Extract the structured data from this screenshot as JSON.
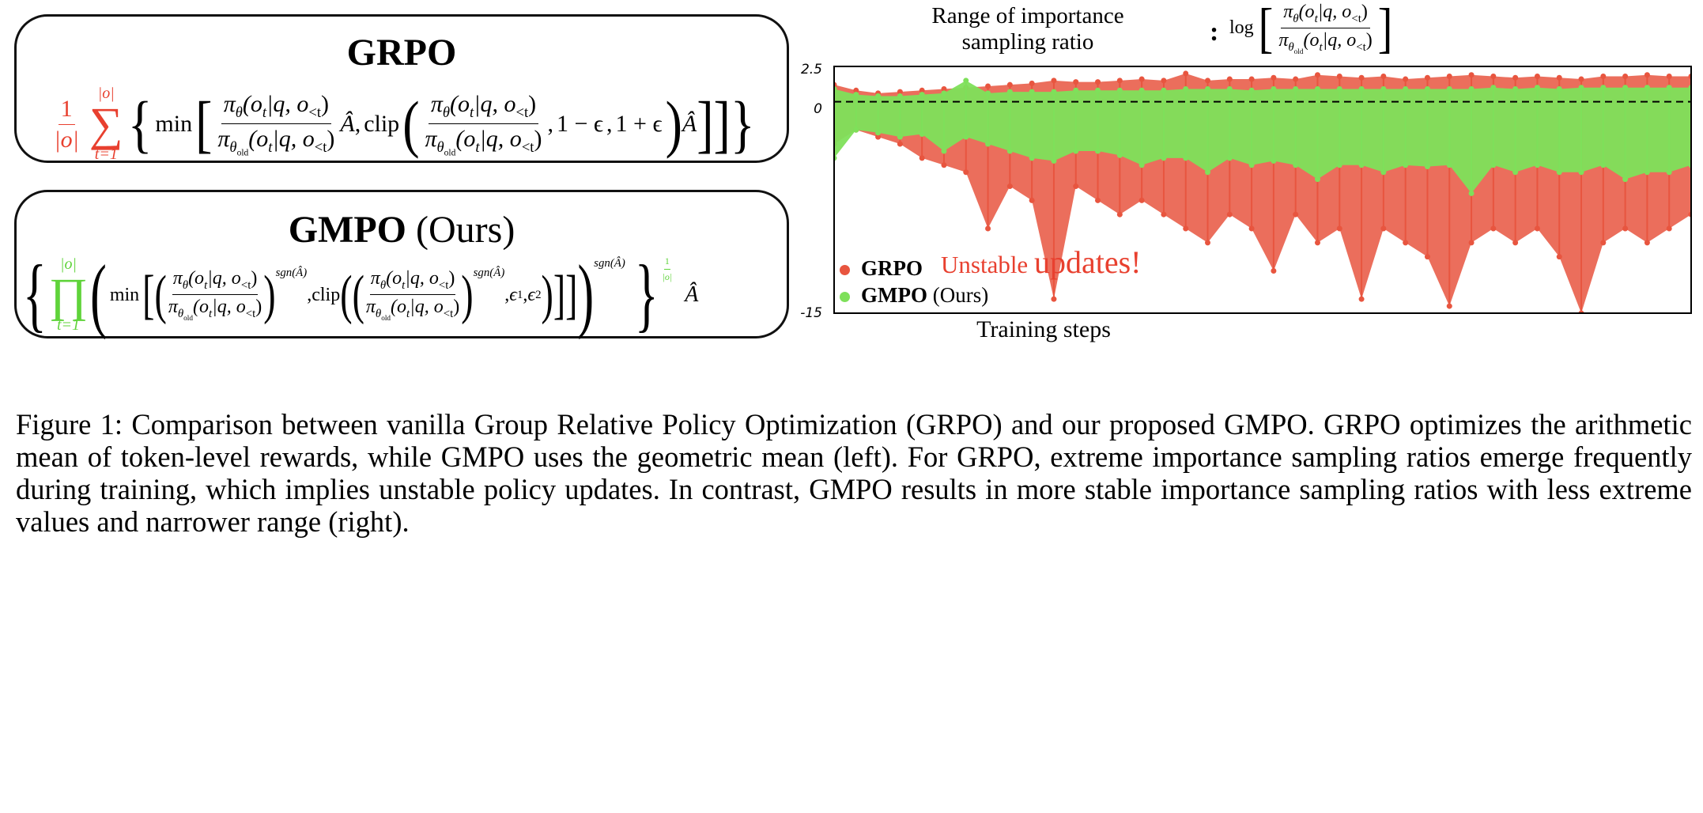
{
  "grpo": {
    "title": "GRPO",
    "norm_num": "1",
    "norm_den": "|o|",
    "sum_top": "|o|",
    "sum_sym": "∑",
    "sum_bottom": "t=1",
    "lbrace": "{",
    "rbrace": "}",
    "min": "min",
    "lbrack": "[",
    "rbrack": "]",
    "ahat": "Â",
    "comma": ",",
    "clip": "clip",
    "lparen": "(",
    "rparen": ")",
    "eps_low": "1 − ϵ",
    "eps_high": "1 + ϵ"
  },
  "gmpo": {
    "title_bold": "GMPO",
    "title_rest": "(Ours)",
    "prod_top": "|o|",
    "prod_sym": "∏",
    "prod_bottom": "t=1",
    "lbrace": "{",
    "rbrace": "}",
    "min": "min",
    "clip": "clip",
    "sgn": "sgn(Â)",
    "eps1": "ϵ",
    "eps1_sub": "1",
    "eps2": "ϵ",
    "eps2_sub": "2",
    "exp_num": "1",
    "exp_den": "|o|",
    "ahat": "Â",
    "comma": ","
  },
  "ratio": {
    "num": "π",
    "num_sub": "θ",
    "num_args": "(o",
    "t": "t",
    "cond": "|q, o",
    "lt": "<t",
    "close": ")",
    "den": "π",
    "den_sub": "θ",
    "den_subsub": "old"
  },
  "chart": {
    "title_line1": "Range of importance",
    "title_line2": "sampling ratio",
    "colon": ":",
    "log": "log",
    "xlabel": "Training steps",
    "annotation_small": "Unstable",
    "annotation_large": "updates!",
    "ticks": [
      "2.5",
      "0",
      "-15"
    ]
  },
  "chart_data": {
    "type": "line",
    "title": "Range of importance sampling ratio: log[πθ(ot|q,o<t) / πθold(ot|q,o<t)]",
    "xlabel": "Training steps",
    "ylabel": "",
    "ylim": [
      -15,
      2.5
    ],
    "yticks": [
      2.5,
      0,
      -15
    ],
    "reference_line": 0,
    "legend_position": "bottom-left",
    "series": [
      {
        "name": "GRPO",
        "color": "#e8553f",
        "max": [
          1.2,
          0.8,
          0.6,
          0.7,
          0.8,
          0.9,
          1.0,
          1.1,
          1.2,
          1.3,
          1.5,
          1.4,
          1.4,
          1.5,
          1.6,
          1.5,
          2.0,
          1.5,
          1.6,
          1.6,
          1.7,
          1.6,
          1.9,
          1.8,
          1.7,
          1.8,
          1.6,
          1.7,
          1.8,
          1.9,
          1.8,
          1.7,
          1.8,
          1.7,
          1.6,
          1.8,
          1.8,
          1.9,
          1.8,
          1.8
        ],
        "min": [
          -3,
          -2,
          -2.5,
          -3,
          -4,
          -4.5,
          -5,
          -9,
          -6,
          -7,
          -14,
          -6,
          -7,
          -8,
          -7,
          -8,
          -9,
          -10,
          -8,
          -9,
          -12,
          -8,
          -10,
          -9,
          -14,
          -9,
          -10,
          -11,
          -14.5,
          -10,
          -9,
          -10,
          -9,
          -11,
          -15,
          -10,
          -9,
          -10,
          -9,
          -8
        ]
      },
      {
        "name": "GMPO (Ours)",
        "color": "#7ee05a",
        "max": [
          0.9,
          0.5,
          0.4,
          0.4,
          0.5,
          0.6,
          1.5,
          0.6,
          0.7,
          0.7,
          0.7,
          0.8,
          0.8,
          0.8,
          0.8,
          0.8,
          0.9,
          0.9,
          0.9,
          0.8,
          0.9,
          0.9,
          0.9,
          0.9,
          0.9,
          0.9,
          0.9,
          0.9,
          0.9,
          0.9,
          1.0,
          0.9,
          1.0,
          0.9,
          1.0,
          1.0,
          1.0,
          1.0,
          1.0,
          1.0
        ],
        "min": [
          -4,
          -2,
          -2.2,
          -2.5,
          -2.3,
          -3.5,
          -2.5,
          -3,
          -3.5,
          -4,
          -4.2,
          -3.5,
          -3.5,
          -3.8,
          -4.5,
          -4,
          -4,
          -5,
          -4,
          -4.5,
          -4.2,
          -4.5,
          -5.5,
          -4.5,
          -4.5,
          -5,
          -4.5,
          -4.6,
          -4.5,
          -6.5,
          -4.5,
          -5,
          -4.5,
          -5,
          -5,
          -4.5,
          -5.5,
          -5,
          -5,
          -4.5
        ]
      }
    ]
  },
  "legend": [
    {
      "bold": "GRPO",
      "rest": ""
    },
    {
      "bold": "GMPO",
      "rest": " (Ours)"
    }
  ],
  "caption": "Figure 1: Comparison between vanilla Group Relative Policy Optimization (GRPO) and our proposed GMPO. GRPO optimizes the arithmetic mean of token-level rewards, while GMPO uses the geometric mean (left). For GRPO, extreme importance sampling ratios emerge frequently during training, which implies unstable policy updates. In contrast, GMPO results in more stable importance sampling ratios with less extreme values and narrower range (right)."
}
